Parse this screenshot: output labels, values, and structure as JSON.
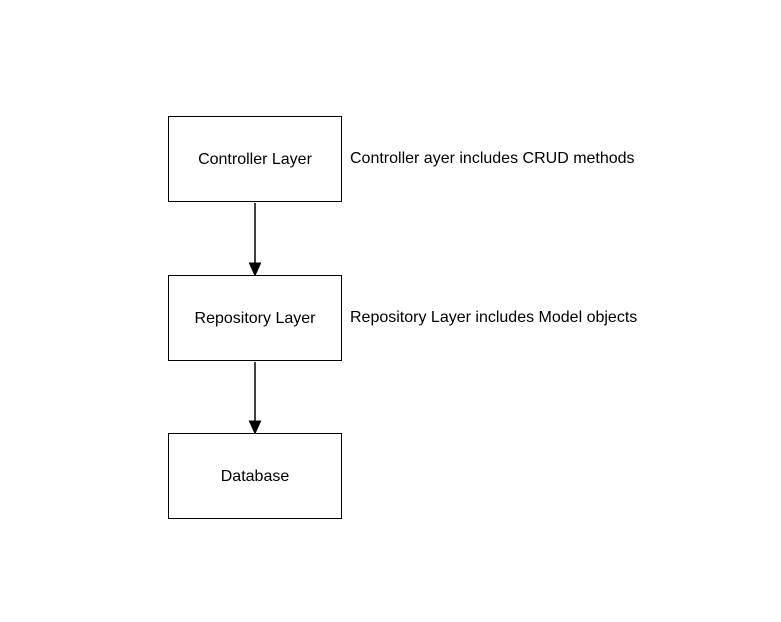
{
  "diagram": {
    "type": "flowchart",
    "background_color": "#ffffff",
    "stroke_color": "#000000",
    "box_fill_color": "#ffffff",
    "text_color": "#000000",
    "nodes": [
      {
        "label": "Controller Layer",
        "annotation": "Controller ayer includes CRUD methods"
      },
      {
        "label": "Repository Layer",
        "annotation": "Repository Layer includes Model objects"
      },
      {
        "label": "Database",
        "annotation": ""
      }
    ],
    "edges": [
      {
        "from": "Controller Layer",
        "to": "Repository Layer",
        "direction": "down",
        "arrowhead": "filled-triangle"
      },
      {
        "from": "Repository Layer",
        "to": "Database",
        "direction": "down",
        "arrowhead": "filled-triangle"
      }
    ]
  }
}
